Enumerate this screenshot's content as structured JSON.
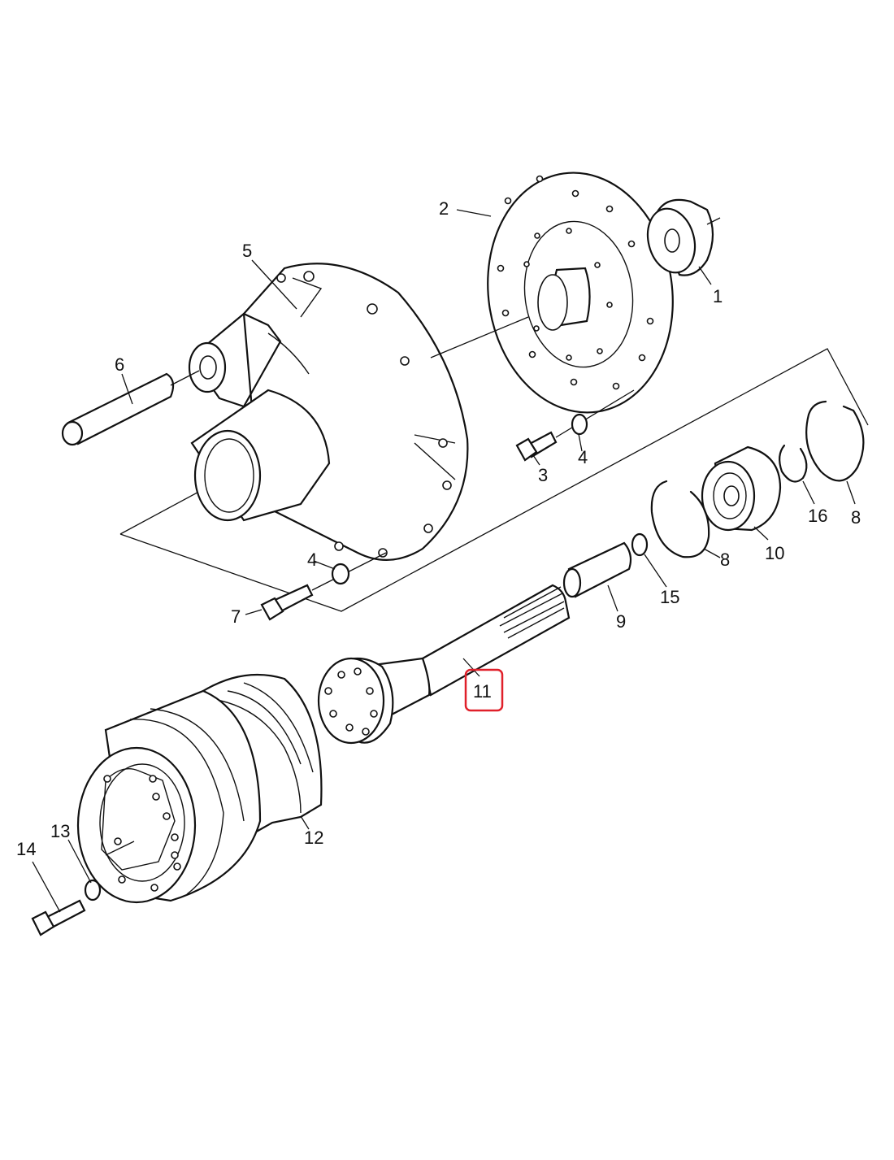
{
  "callouts": {
    "p1": "1",
    "p2": "2",
    "p3": "3",
    "p4a": "4",
    "p4b": "4",
    "p5": "5",
    "p6": "6",
    "p7": "7",
    "p8a": "8",
    "p8b": "8",
    "p9": "9",
    "p10": "10",
    "p11": "11",
    "p12": "12",
    "p13": "13",
    "p14": "14",
    "p15": "15",
    "p16": "16"
  },
  "highlight": {
    "part": "11",
    "color": "#e0202a"
  }
}
